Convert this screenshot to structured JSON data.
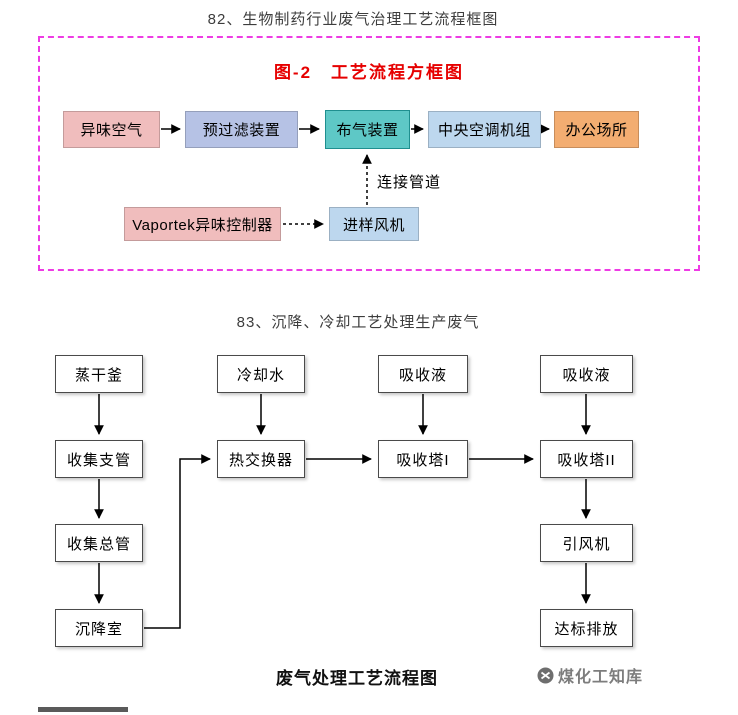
{
  "section1": {
    "heading": "82、生物制药行业废气治理工艺流程框图",
    "figure_title": "图-2　工艺流程方框图",
    "flow": [
      "异味空气",
      "预过滤装置",
      "布气装置",
      "中央空调机组",
      "办公场所"
    ],
    "pipe_label": "连接管道",
    "controller": "Vaportek异味控制器",
    "fan": "进样风机"
  },
  "section2": {
    "heading": "83、沉降、冷却工艺处理生产废气",
    "col1": [
      "蒸干釜",
      "收集支管",
      "收集总管",
      "沉降室"
    ],
    "col2": [
      "冷却水",
      "热交换器"
    ],
    "col3": [
      "吸收液",
      "吸收塔I"
    ],
    "col4": [
      "吸收液",
      "吸收塔II",
      "引风机",
      "达标排放"
    ],
    "caption": "废气处理工艺流程图"
  },
  "watermark": {
    "text": "煤化工知库"
  },
  "colors": {
    "dashed_frame": "#ee3be4",
    "figure_title_red": "#e60000",
    "box_pink": "#f0bdbd",
    "box_periwinkle": "#b6c2e5",
    "box_teal": "#5ec8c6",
    "box_blue": "#bdd7ee",
    "box_orange": "#f3ad71",
    "watermark_gray": "#7d7d7d"
  }
}
